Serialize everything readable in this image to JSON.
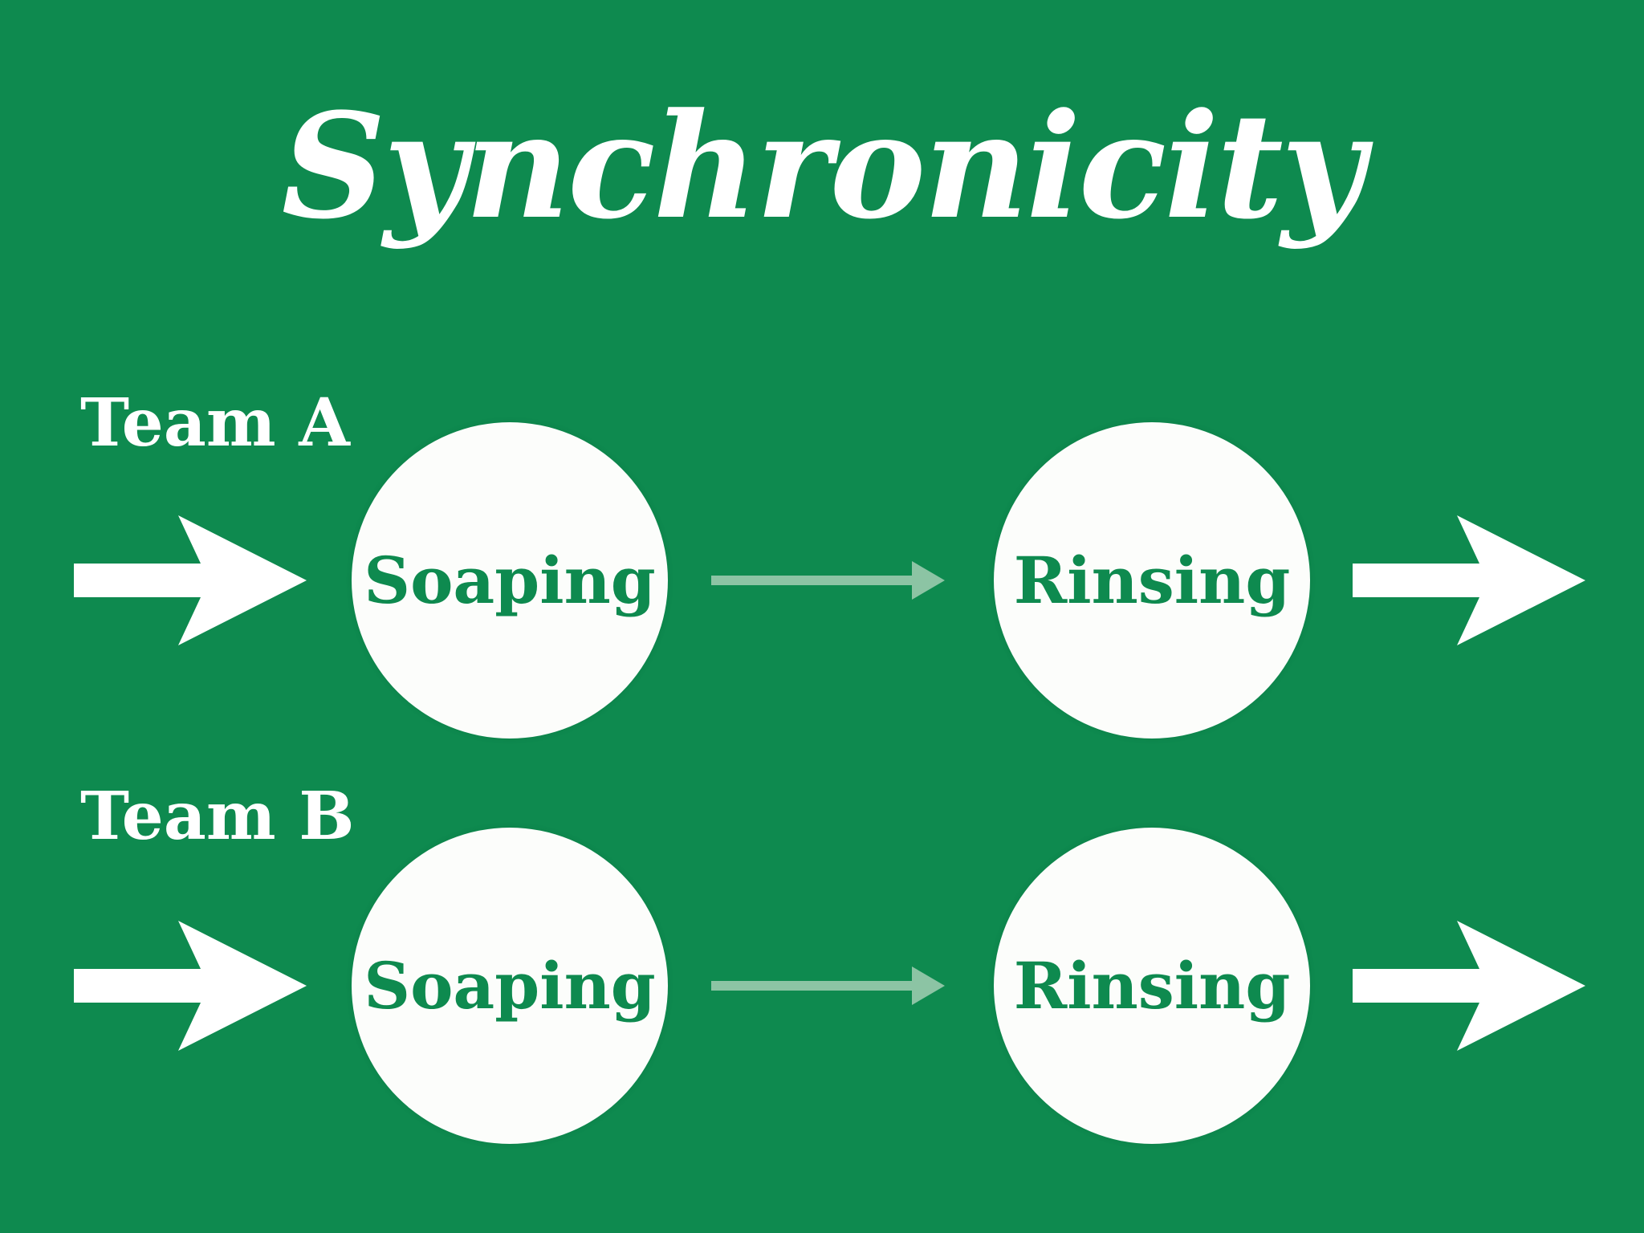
{
  "title": "Synchronicity",
  "colors": {
    "background": "#0e8a4f",
    "circle_fill": "#fcfdfb",
    "circle_text": "#0e8a4f",
    "label_text": "#ffffff",
    "big_arrow": "#ffffff",
    "thin_arrow": "#8cc4a4"
  },
  "icons": {
    "big_arrow": "right-arrow",
    "thin_arrow": "right-arrow-thin"
  },
  "rows": [
    {
      "team_label": "Team A",
      "steps": [
        {
          "label": "Soaping"
        },
        {
          "label": "Rinsing"
        }
      ]
    },
    {
      "team_label": "Team B",
      "steps": [
        {
          "label": "Soaping"
        },
        {
          "label": "Rinsing"
        }
      ]
    }
  ]
}
